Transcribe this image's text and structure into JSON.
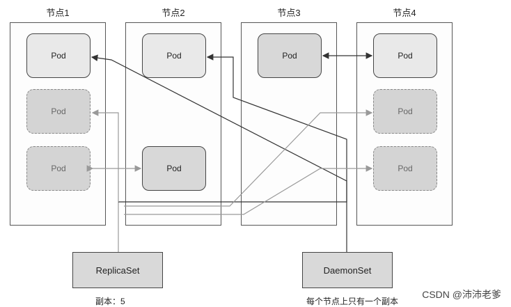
{
  "nodes": [
    {
      "label": "节点1"
    },
    {
      "label": "节点2"
    },
    {
      "label": "节点3"
    },
    {
      "label": "节点4"
    }
  ],
  "pod_label": "Pod",
  "replicaset": {
    "label": "ReplicaSet",
    "caption": "副本：5"
  },
  "daemonset": {
    "label": "DaemonSet",
    "caption": "每个节点上只有一个副本"
  },
  "watermark": "CSDN @沛沛老爹"
}
